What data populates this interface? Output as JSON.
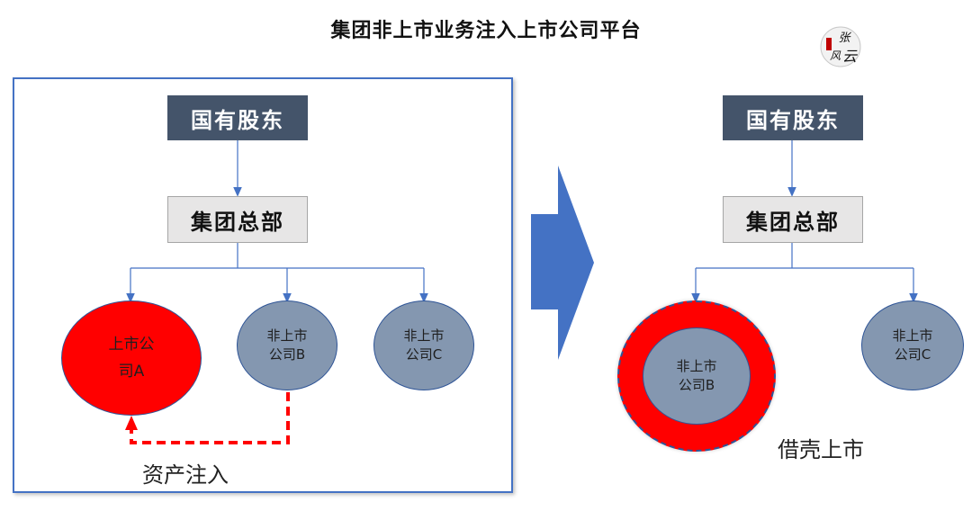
{
  "title": "集团非上市业务注入上市公司平台",
  "logo": {
    "line1": "张",
    "line2": "风",
    "line3": "云"
  },
  "left": {
    "shareholder": "国有股东",
    "hq": "集团总部",
    "company_a": {
      "line1": "上市公",
      "line2": "司A"
    },
    "company_b": {
      "line1": "非上市",
      "line2": "公司B"
    },
    "company_c": {
      "line1": "非上市",
      "line2": "公司C"
    },
    "caption": "资产注入"
  },
  "right": {
    "shareholder": "国有股东",
    "hq": "集团总部",
    "company_b": {
      "line1": "非上市",
      "line2": "公司B"
    },
    "company_c": {
      "line1": "非上市",
      "line2": "公司C"
    },
    "caption": "借壳上市"
  },
  "colors": {
    "dark_box": "#44546a",
    "light_box": "#e7e6e6",
    "circle": "#8497b0",
    "listed": "#ff0000",
    "arrow": "#4472c4"
  }
}
